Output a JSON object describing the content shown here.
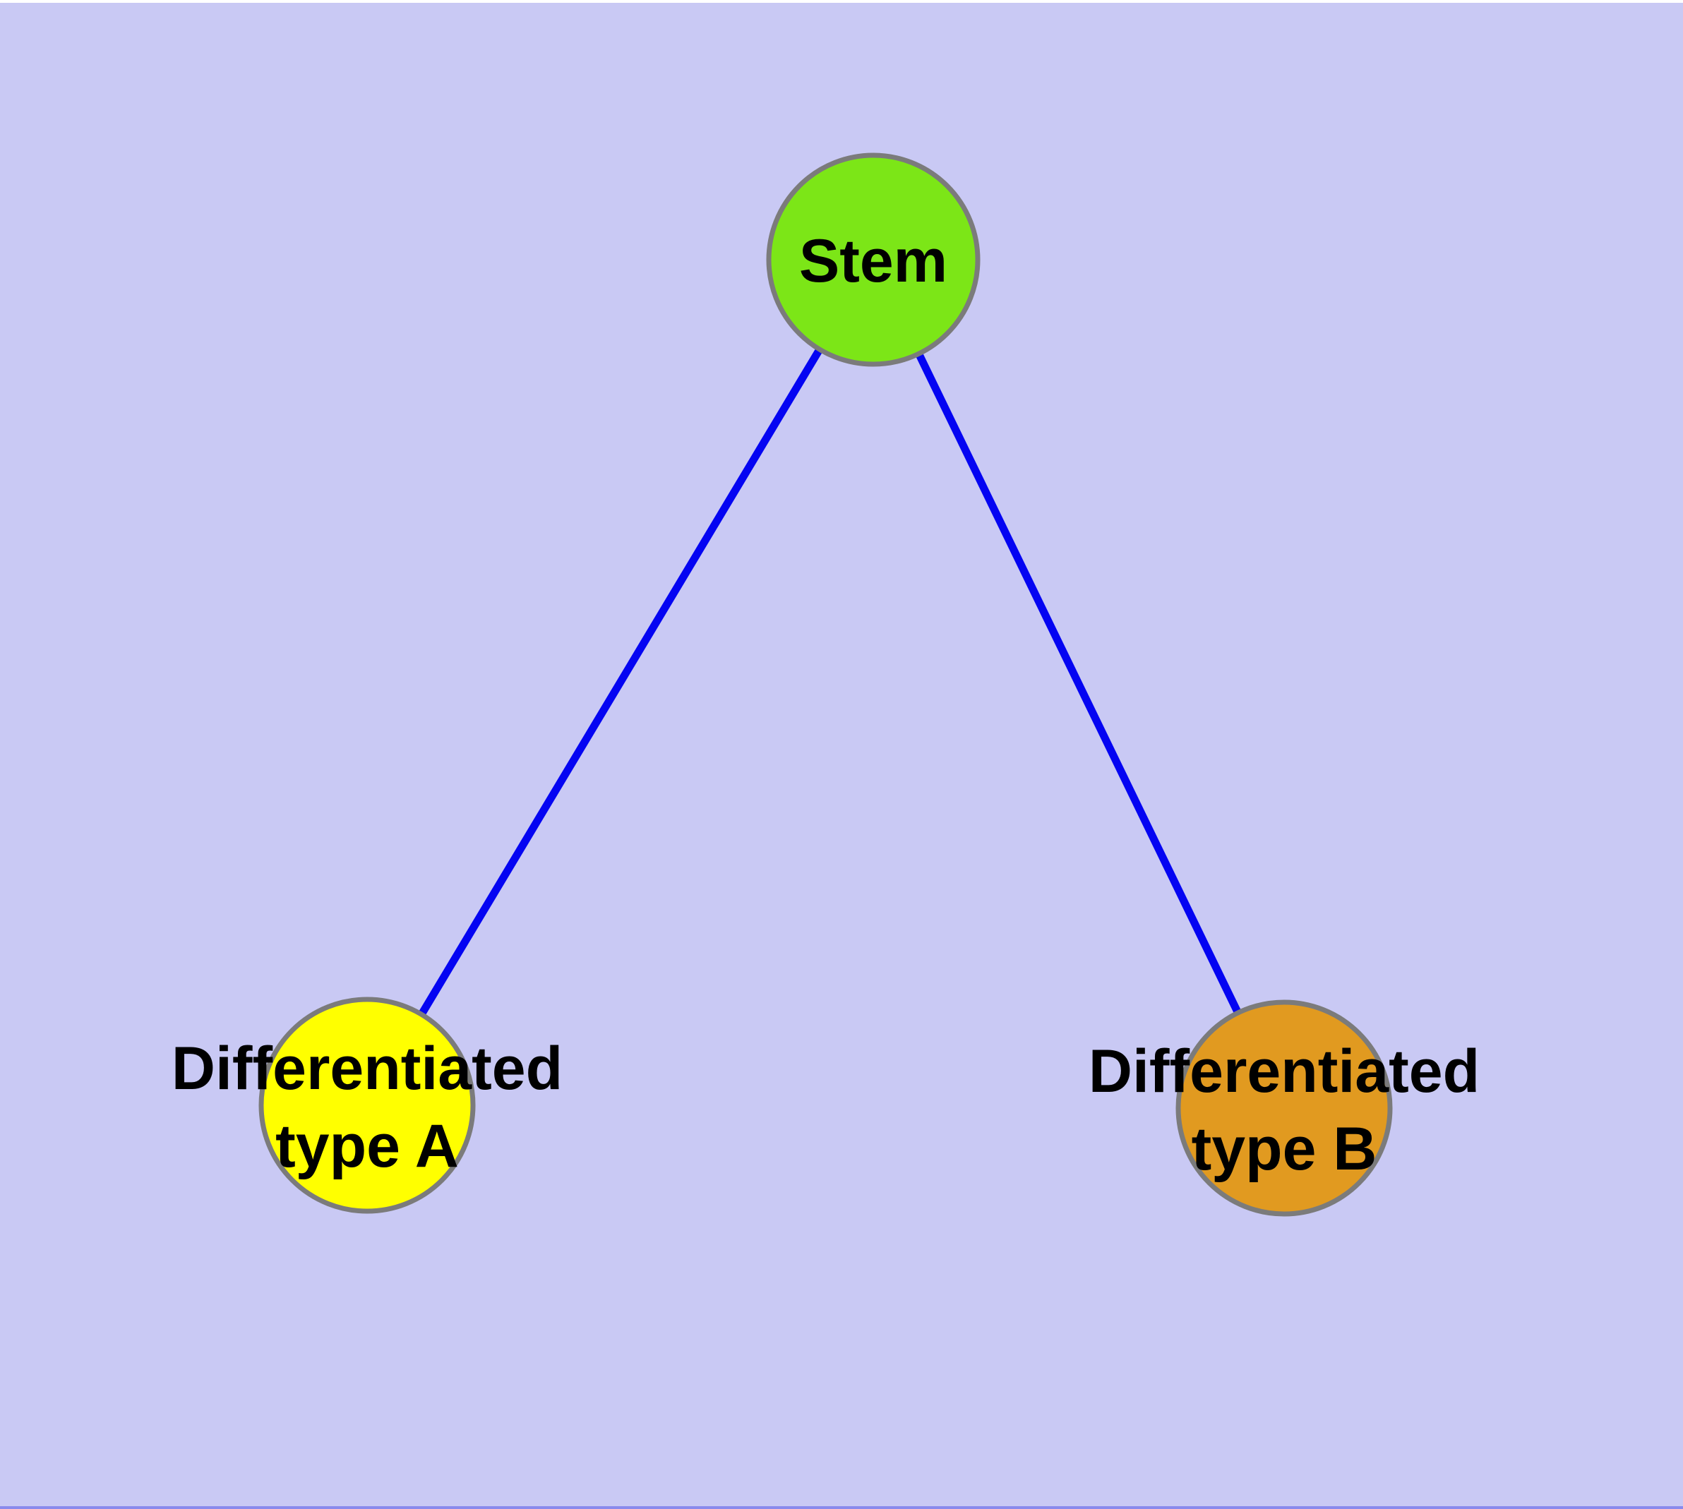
{
  "canvas": {
    "background": "#C9C9F4",
    "top_strip_color": "#FFFFFF",
    "bottom_strip_color": "#8A8AEC"
  },
  "diagram": {
    "type": "node-link-graph",
    "text_color": "#000000",
    "node_border_color": "#7B7B7B",
    "edge_color": "#0404F2",
    "nodes": {
      "stem": {
        "label": "Stem",
        "fill": "#7CE617"
      },
      "typeA": {
        "line1": "Differentiated",
        "line2": "type A",
        "fill": "#FFFF00"
      },
      "typeB": {
        "line1": "Differentiated",
        "line2": "type B",
        "fill": "#E19A20"
      }
    },
    "edges": [
      {
        "from": "Stem",
        "to": "Differentiated type A"
      },
      {
        "from": "Stem",
        "to": "Differentiated type B"
      }
    ]
  }
}
